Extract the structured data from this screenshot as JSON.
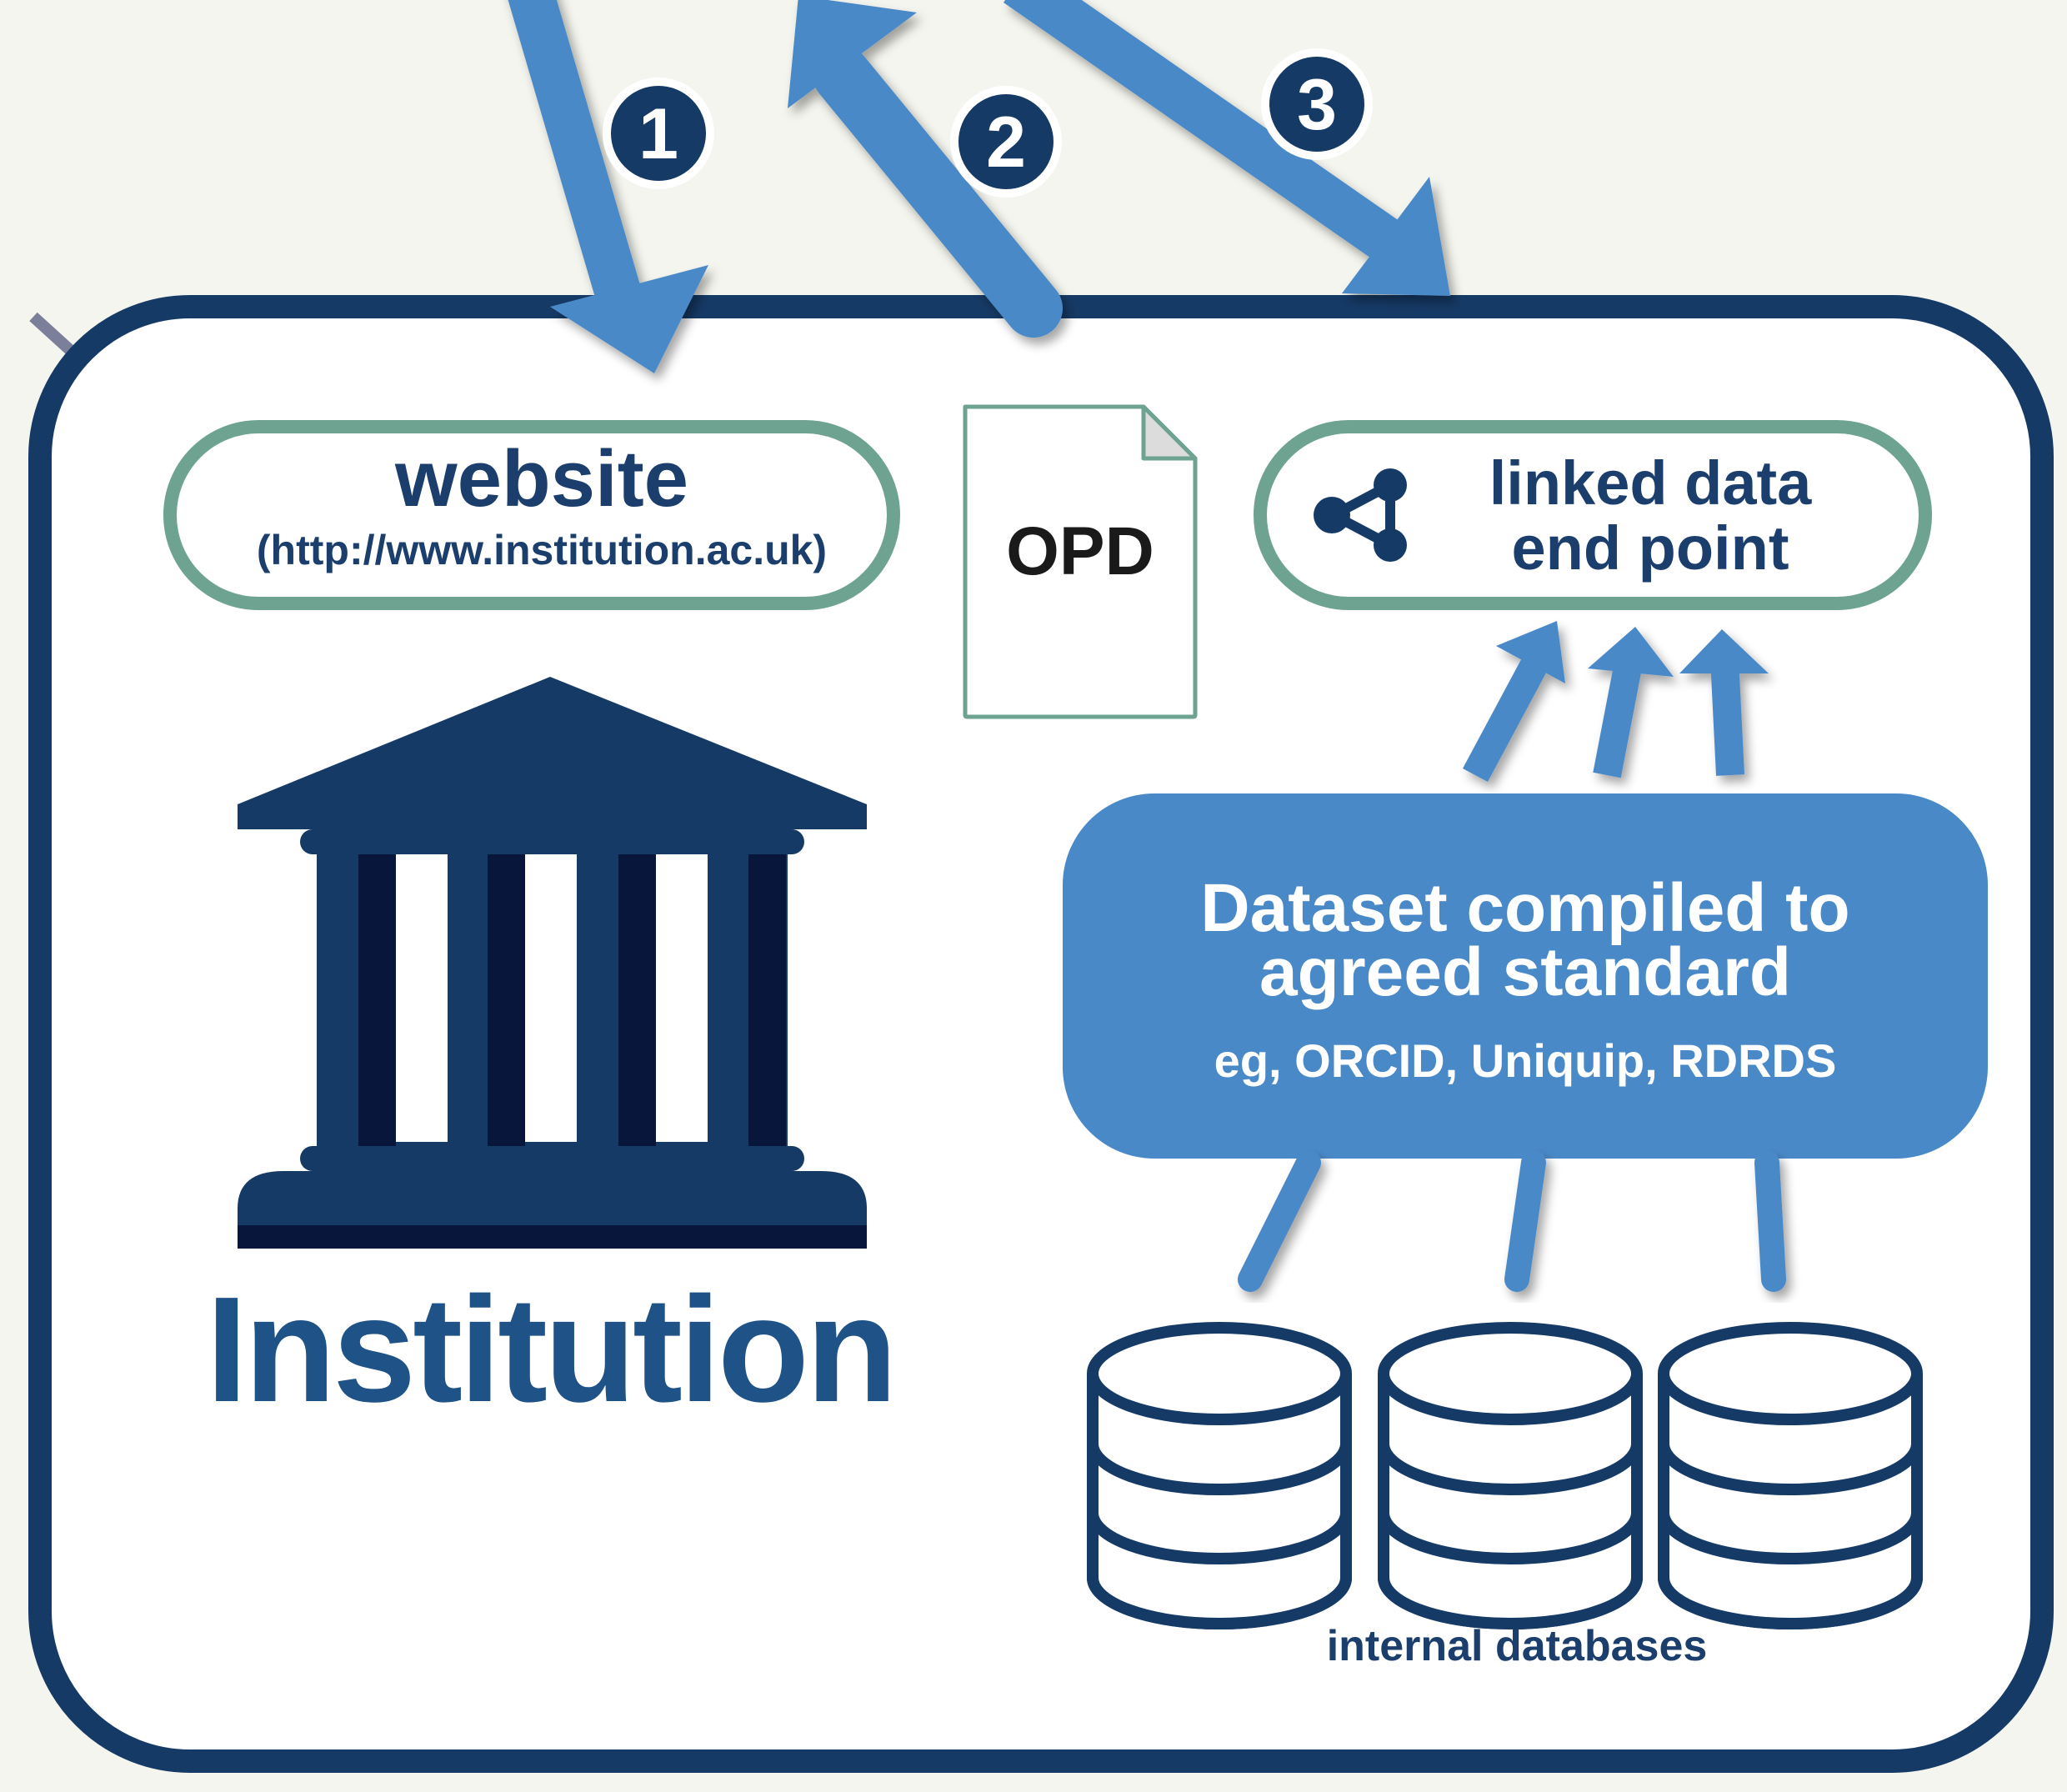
{
  "diagram": {
    "website": {
      "title": "website",
      "url": "(http://www.institution.ac.uk)"
    },
    "opd_document": {
      "label": "OPD",
      "icon": "document-icon"
    },
    "linked_data": {
      "line1": "linked data",
      "line2": "end point",
      "icon": "share-icon"
    },
    "dataset": {
      "line1": "Dataset compiled to",
      "line2": "agreed standard",
      "examples": "eg, ORCID, Uniquip, RDRDS"
    },
    "institution": {
      "label": "Institution",
      "icon": "institution-building-icon"
    },
    "databases": {
      "label": "internal databases",
      "count": 3,
      "icon": "database-icon"
    },
    "steps": [
      "1",
      "2",
      "3"
    ],
    "colors": {
      "navy": "#163a66",
      "dark_navy": "#07163a",
      "arrow_blue": "#4a89c8",
      "green_outline": "#6ea391",
      "institution_text": "#1f5287",
      "background": "#f5f5ef"
    }
  }
}
